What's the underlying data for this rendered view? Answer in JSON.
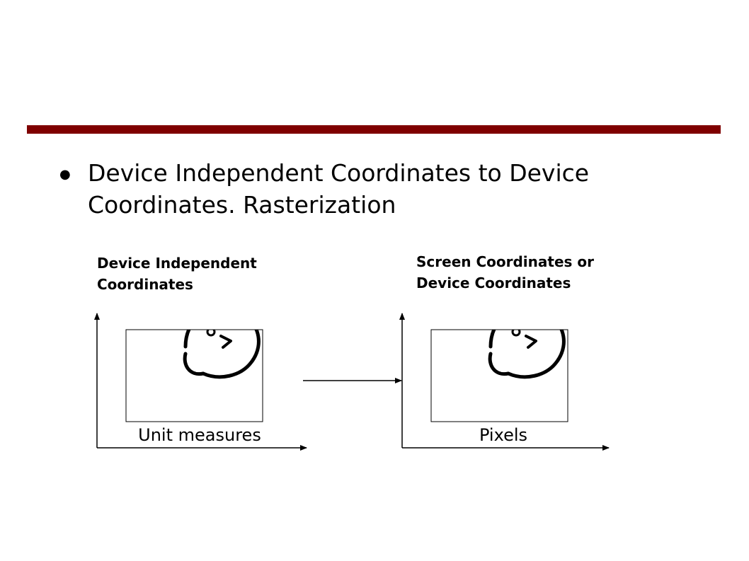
{
  "slide": {
    "bullet_symbol": "●",
    "bullet_text": "Device Independent Coordinates to Device Coordinates. Rasterization",
    "accent_color": "#7f0000"
  },
  "left_panel": {
    "label_line1": "Device Independent",
    "label_line2": "Coordinates",
    "axis_caption": "Unit measures",
    "icon": "face-icon"
  },
  "right_panel": {
    "label_line1": "Screen Coordinates or",
    "label_line2": "Device Coordinates",
    "axis_caption": "Pixels",
    "icon": "face-icon"
  },
  "connector": {
    "icon": "arrow-right-icon"
  }
}
